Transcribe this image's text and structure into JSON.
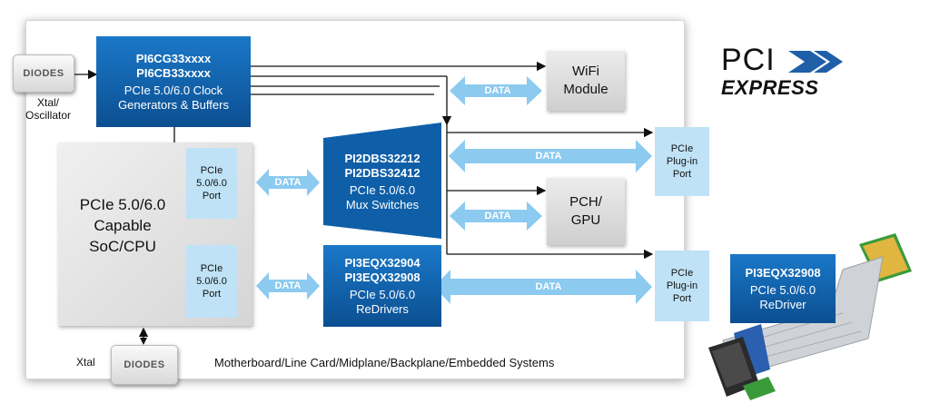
{
  "diagram": {
    "clock": {
      "line1": "PI6CG33xxxx",
      "line2": "PI6CB33xxxx",
      "line3": "PCIe 5.0/6.0 Clock",
      "line4": "Generators & Buffers"
    },
    "mux": {
      "line1": "PI2DBS32212",
      "line2": "PI2DBS32412",
      "line3": "PCIe 5.0/6.0",
      "line4": "Mux Switches"
    },
    "redriver": {
      "line1": "PI3EQX32904",
      "line2": "PI3EQX32908",
      "line3": "PCIe 5.0/6.0",
      "line4": "ReDrivers"
    },
    "external_redriver": {
      "line1": "PI3EQX32908",
      "line2": "PCIe 5.0/6.0",
      "line3": "ReDriver"
    },
    "wifi": {
      "line1": "WiFi",
      "line2": "Module"
    },
    "pch": {
      "line1": "PCH/",
      "line2": "GPU"
    },
    "soc": {
      "line1": "PCIe 5.0/6.0",
      "line2": "Capable",
      "line3": "SoC/CPU"
    },
    "soc_port_top": "PCIe\n5.0/6.0\nPort",
    "soc_port_bottom": "PCIe\n5.0/6.0\nPort",
    "plugin_port_top": "PCIe\nPlug-in\nPort",
    "plugin_port_bottom": "PCIe\nPlug-in\nPort",
    "data_label": "DATA",
    "xtal_osc_label": "Xtal/\nOscillator",
    "xtal_label": "Xtal",
    "crystal_brand": "DIODES",
    "board_caption": "Motherboard/Line Card/Midplane/Backplane/Embedded Systems",
    "logo": {
      "line1": "PCI",
      "line2": "EXPRESS"
    }
  },
  "colors": {
    "blue_dark": "#0c4f91",
    "blue_light": "#1a78c8",
    "arrow_light_blue": "#8ccaf0",
    "port_fill": "#bfe2f6"
  }
}
